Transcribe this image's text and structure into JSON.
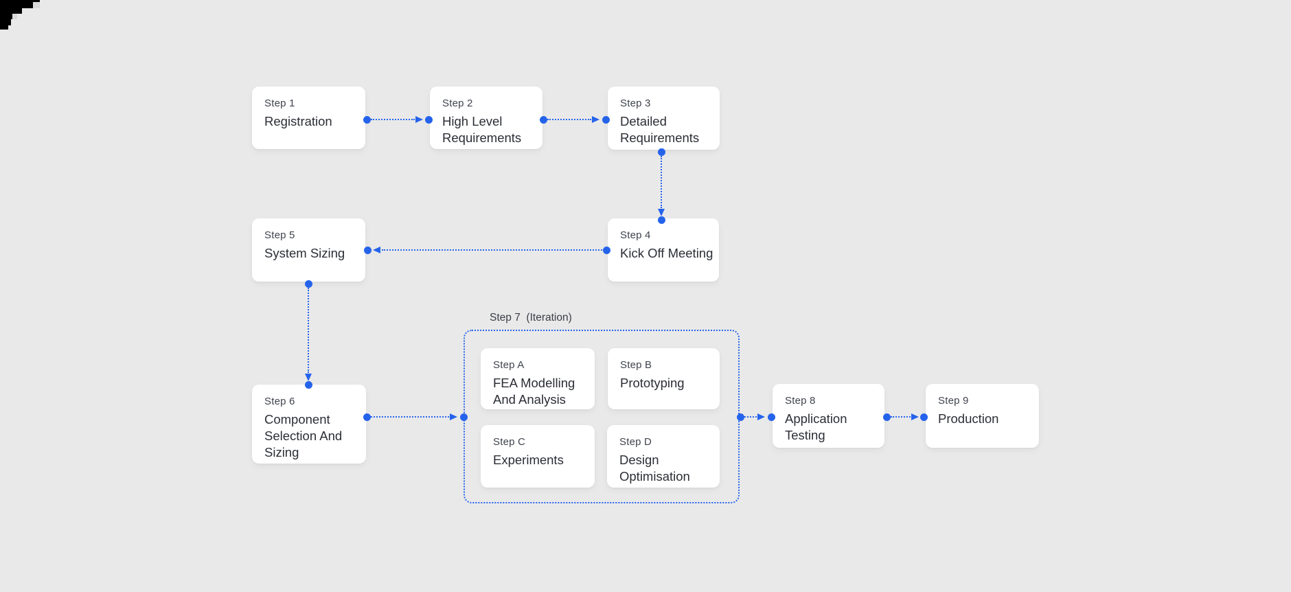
{
  "colors": {
    "background": "#e9e9e9",
    "card": "#ffffff",
    "accent": "#2563eb",
    "label_text": "#3f434c",
    "title_text": "#2b2e35",
    "decoration_black": "#000000",
    "decoration_gray": "#d9d9d9"
  },
  "decoration": {
    "name": "pixel-staircase-corner"
  },
  "nodes": {
    "step1": {
      "label": "Step 1",
      "title": "Registration"
    },
    "step2": {
      "label": "Step 2",
      "title": "High Level\nRequirements"
    },
    "step3": {
      "label": "Step 3",
      "title": "Detailed\nRequirements"
    },
    "step4": {
      "label": "Step 4",
      "title": "Kick Off Meeting"
    },
    "step5": {
      "label": "Step 5",
      "title": "System Sizing"
    },
    "step6": {
      "label": "Step 6",
      "title": "Component\nSelection And\nSizing"
    },
    "step7": {
      "label": "Step 7  (Iteration)"
    },
    "stepA": {
      "label": "Step A",
      "title": "FEA Modelling\nAnd Analysis"
    },
    "stepB": {
      "label": "Step B",
      "title": "Prototyping"
    },
    "stepC": {
      "label": "Step C",
      "title": "Experiments"
    },
    "stepD": {
      "label": "Step D",
      "title": "Design\nOptimisation"
    },
    "step8": {
      "label": "Step 8",
      "title": "Application\nTesting"
    },
    "step9": {
      "label": "Step 9",
      "title": "Production"
    }
  }
}
